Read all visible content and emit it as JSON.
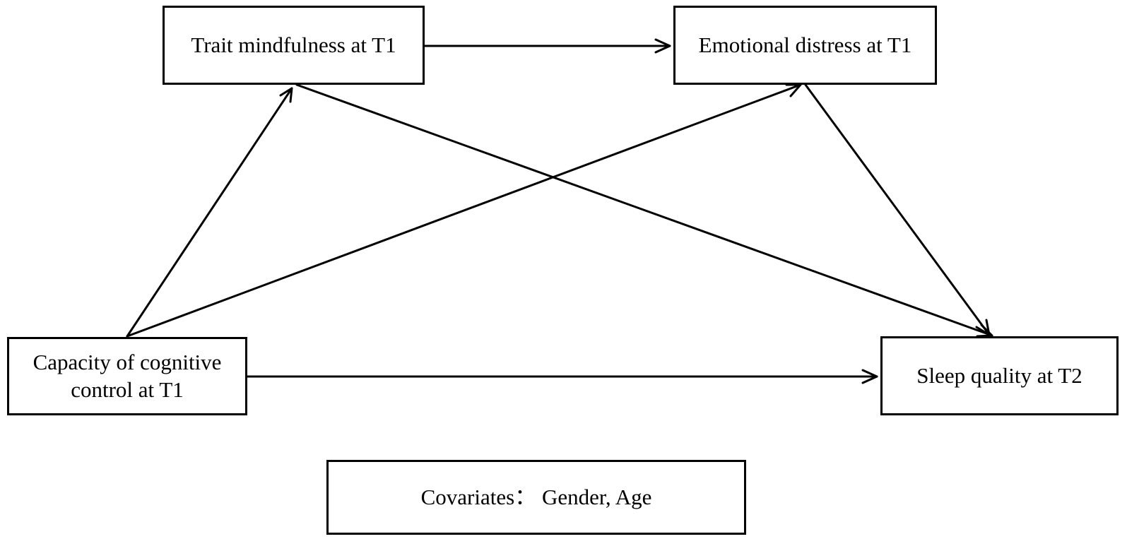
{
  "nodes": {
    "trait_mindfulness": "Trait mindfulness at T1",
    "emotional_distress": "Emotional distress at T1",
    "capacity_line1": "Capacity of cognitive",
    "capacity_line2": "control at T1",
    "sleep_quality": "Sleep quality at T2",
    "covariates": "Covariates： Gender, Age"
  },
  "edges": [
    {
      "from": "Trait mindfulness at T1",
      "to": "Emotional distress at T1"
    },
    {
      "from": "Capacity of cognitive control at T1",
      "to": "Trait mindfulness at T1"
    },
    {
      "from": "Capacity of cognitive control at T1",
      "to": "Emotional distress at T1"
    },
    {
      "from": "Trait mindfulness at T1",
      "to": "Sleep quality at T2"
    },
    {
      "from": "Emotional distress at T1",
      "to": "Sleep quality at T2"
    },
    {
      "from": "Capacity of cognitive control at T1",
      "to": "Sleep quality at T2"
    }
  ],
  "colors": {
    "stroke": "#000000",
    "background": "#ffffff"
  }
}
